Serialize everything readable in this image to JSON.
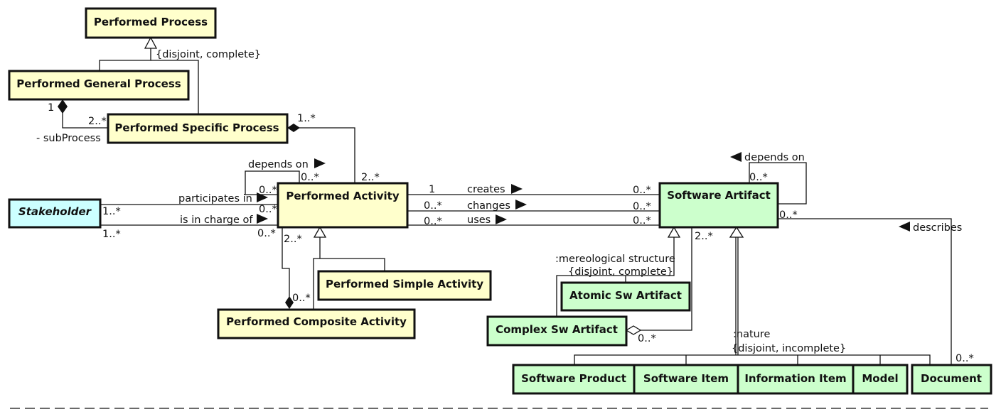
{
  "colors": {
    "process": "#ffffcc",
    "stakeholder": "#ccffff",
    "artifact": "#ccffcc",
    "stroke": "#111111"
  },
  "classes": {
    "performed_process": "Performed Process",
    "performed_general_process": "Performed General Process",
    "performed_specific_process": "Performed Specific Process",
    "stakeholder": "Stakeholder",
    "performed_activity": "Performed Activity",
    "performed_simple_activity": "Performed Simple Activity",
    "performed_composite_activity": "Performed Composite Activity",
    "software_artifact": "Software Artifact",
    "atomic_sw_artifact": "Atomic Sw Artifact",
    "complex_sw_artifact": "Complex Sw Artifact",
    "software_product": "Software Product",
    "software_item": "Software Item",
    "information_item": "Information Item",
    "model": "Model",
    "document": "Document"
  },
  "constraints": {
    "process_gen": "{disjoint, complete}",
    "mereological_name": ":mereological structure",
    "mereological_constraint": "{disjoint, complete}",
    "nature_name": ":nature",
    "nature_constraint": "{disjoint, incomplete}"
  },
  "associations": {
    "depends_on_activity": "depends on",
    "participates_in": "participates in",
    "is_in_charge_of": "is in charge of",
    "creates": "creates",
    "changes": "changes",
    "uses": "uses",
    "depends_on_artifact": "depends on",
    "describes": "describes",
    "sub_process_role": "- subProcess"
  },
  "multiplicities": {
    "general_whole": "1",
    "specific_part": "2..*",
    "specific_to_activity": "1..*",
    "activity_to_specific": "2..*",
    "dep_source": "0..*",
    "dep_target": "0..*",
    "stakeholder_participates": "1..*",
    "activity_participates": "0..*",
    "stakeholder_charge": "1..*",
    "activity_charge": "0..*",
    "activity_part": "2..*",
    "composite_whole": "0..*",
    "creates_source": "1",
    "creates_target": "0..*",
    "changes_source": "0..*",
    "changes_target": "0..*",
    "uses_source": "0..*",
    "uses_target": "0..*",
    "artifact_dep": "0..*",
    "artifact_describes": "0..*",
    "artifact_part": "2..*",
    "complex_whole": "0..*",
    "document_describes": "0..*"
  }
}
